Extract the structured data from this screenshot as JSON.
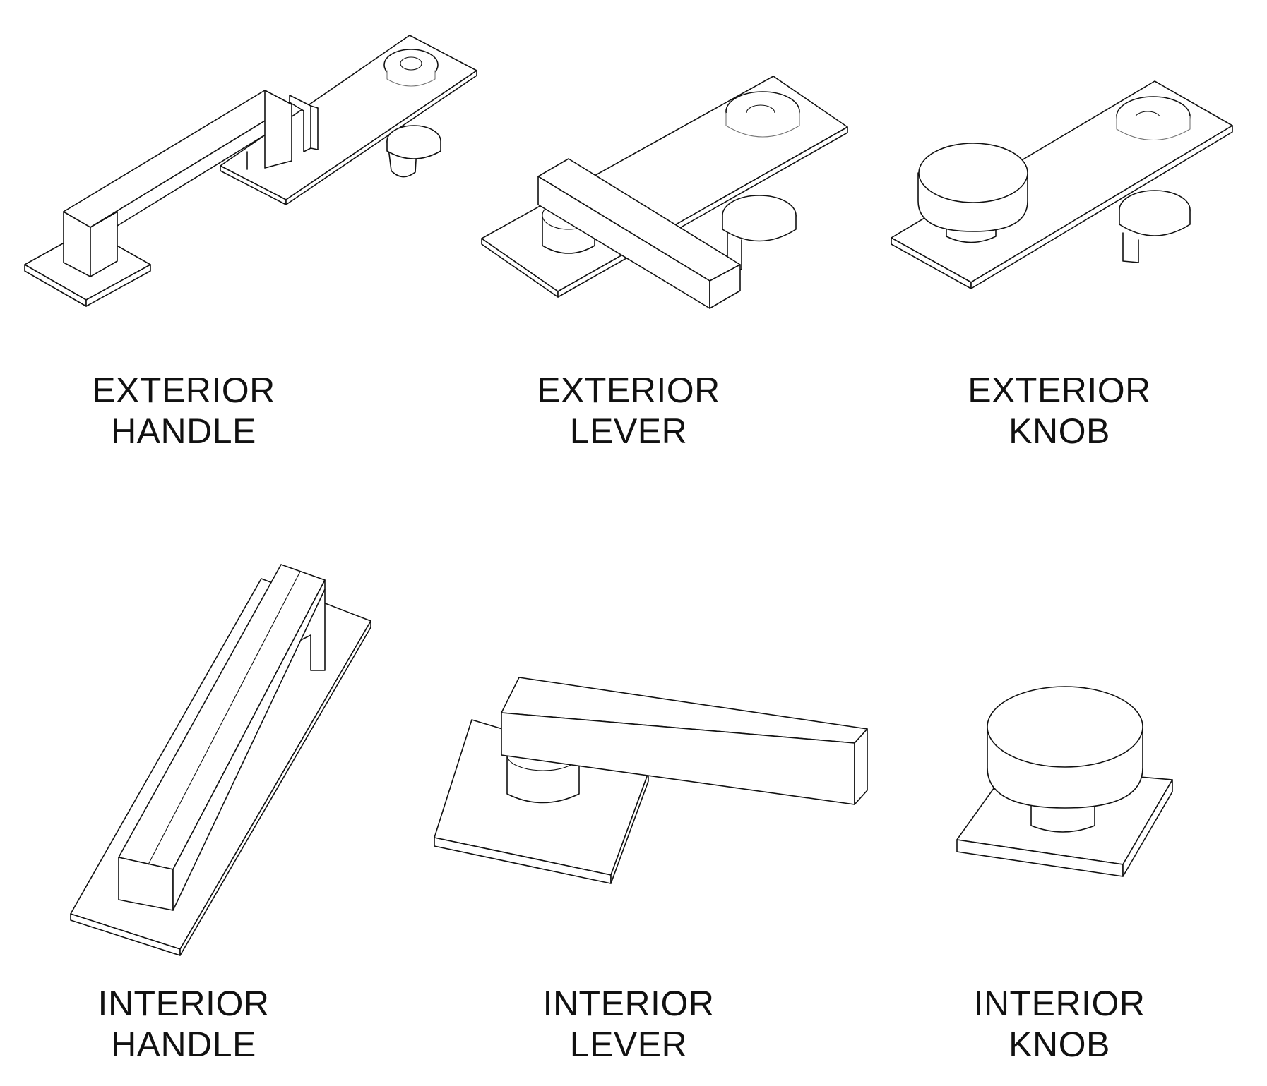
{
  "colors": {
    "line": "#111111",
    "background": "#ffffff"
  },
  "items": [
    {
      "line1": "EXTERIOR",
      "line2": "HANDLE",
      "icon": "exterior-handle-icon"
    },
    {
      "line1": "EXTERIOR",
      "line2": "LEVER",
      "icon": "exterior-lever-icon"
    },
    {
      "line1": "EXTERIOR",
      "line2": "KNOB",
      "icon": "exterior-knob-icon"
    },
    {
      "line1": "INTERIOR",
      "line2": "HANDLE",
      "icon": "interior-handle-icon"
    },
    {
      "line1": "INTERIOR",
      "line2": "LEVER",
      "icon": "interior-lever-icon"
    },
    {
      "line1": "INTERIOR",
      "line2": "KNOB",
      "icon": "interior-knob-icon"
    }
  ]
}
